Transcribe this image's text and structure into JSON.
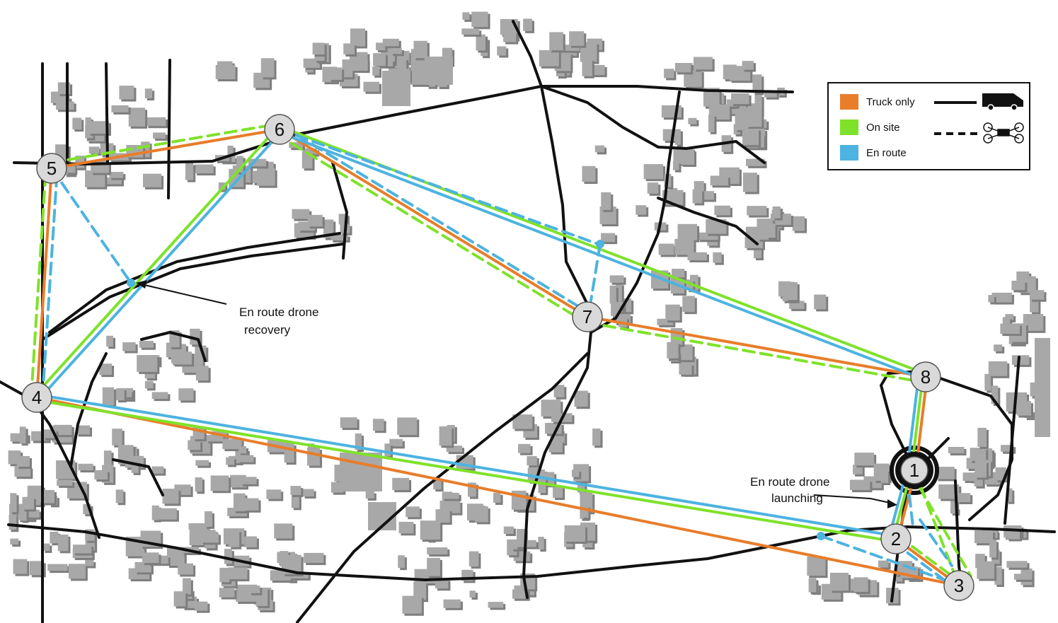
{
  "colors": {
    "truck_only": "#e87d2a",
    "on_site": "#7fe22a",
    "en_route": "#4db3e0",
    "road": "#111111",
    "building": "#a8a8a8",
    "building_shadow": "#7e7e7e",
    "node_fill": "#d9d9d9"
  },
  "legend": {
    "items": [
      {
        "label": "Truck only",
        "color": "#e87d2a"
      },
      {
        "label": "On site",
        "color": "#7fe22a"
      },
      {
        "label": "En route",
        "color": "#4db3e0"
      }
    ],
    "symbols": [
      {
        "line": "solid",
        "icon": "truck-icon"
      },
      {
        "line": "dashed",
        "icon": "drone-icon"
      }
    ]
  },
  "nodes": [
    "1",
    "2",
    "3",
    "4",
    "5",
    "6",
    "7",
    "8"
  ],
  "annotations": {
    "recovery_line1": "En route drone",
    "recovery_line2": "recovery",
    "launching_line1": "En route drone",
    "launching_line2": "launching"
  }
}
